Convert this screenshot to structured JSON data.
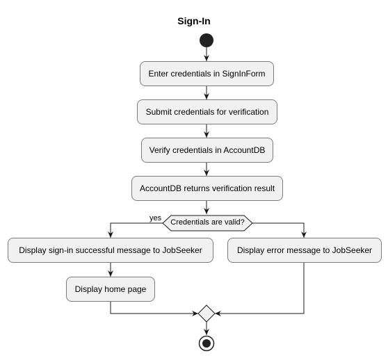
{
  "diagram": {
    "title": "Sign-In",
    "steps": {
      "enter": "Enter credentials in SignInForm",
      "submit": "Submit credentials for verification",
      "verify": "Verify credentials in AccountDB",
      "returns": "AccountDB returns verification result",
      "success": "Display sign-in successful message to JobSeeker",
      "home": "Display home page",
      "error": "Display error message to JobSeeker"
    },
    "decision": {
      "question": "Credentials are valid?",
      "yes_label": "yes"
    },
    "colors": {
      "node_fill": "#f1f1f1",
      "node_border": "#7c7c7c",
      "edge": "#181818",
      "start_end": "#222222"
    }
  }
}
